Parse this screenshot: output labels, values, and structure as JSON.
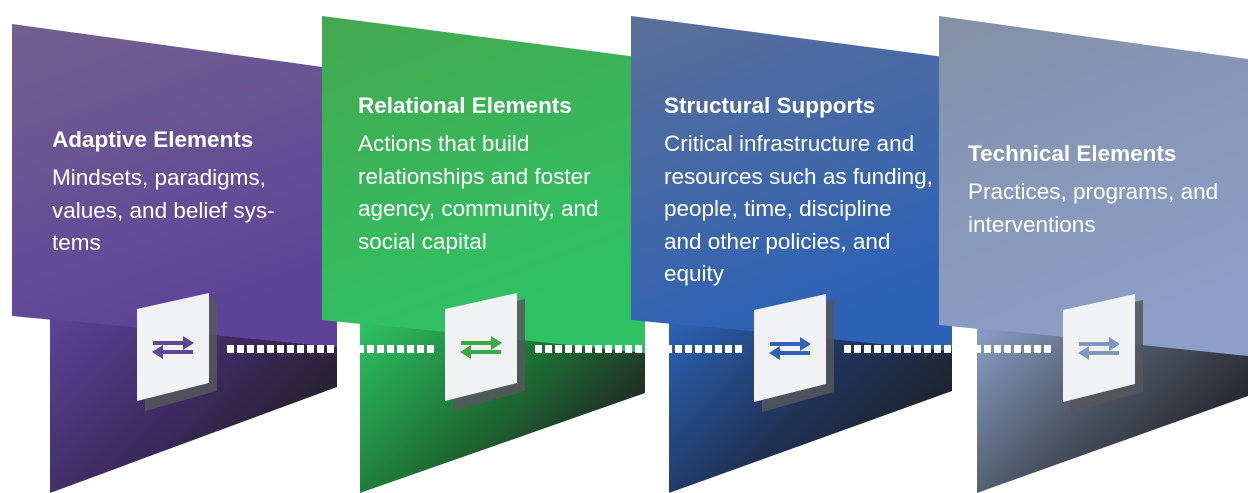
{
  "panels": [
    {
      "title": "Adaptive Elements",
      "description": "Mindsets, paradigms, values, and belief sys-tems",
      "colors": {
        "top": "#726090",
        "bottom": "#5d4398",
        "dark": "#3c2a5e",
        "arrow": "#5f4794"
      }
    },
    {
      "title": "Relational Elements",
      "description": "Actions that build relationships and foster agency, community, and social capital",
      "colors": {
        "top": "#45a84e",
        "bottom": "#2ec265",
        "dark": "#1d6e32",
        "arrow": "#3aa847"
      }
    },
    {
      "title": "Structural Supports",
      "description": "Critical infrastructure and resources such as funding, people, time, discipline and other policies, and equity",
      "colors": {
        "top": "#5b6f99",
        "bottom": "#2c62b5",
        "dark": "#1f3358",
        "arrow": "#2f63b8"
      }
    },
    {
      "title": "Technical Elements",
      "description": "Practices, programs, and interventions",
      "colors": {
        "top": "#8390a6",
        "bottom": "#8b9fc8",
        "dark": "#48505e",
        "arrow": "#7f96c0"
      }
    }
  ],
  "connector_color": "#ffffff",
  "icons": {
    "exchange": "bidirectional-arrows-icon"
  }
}
